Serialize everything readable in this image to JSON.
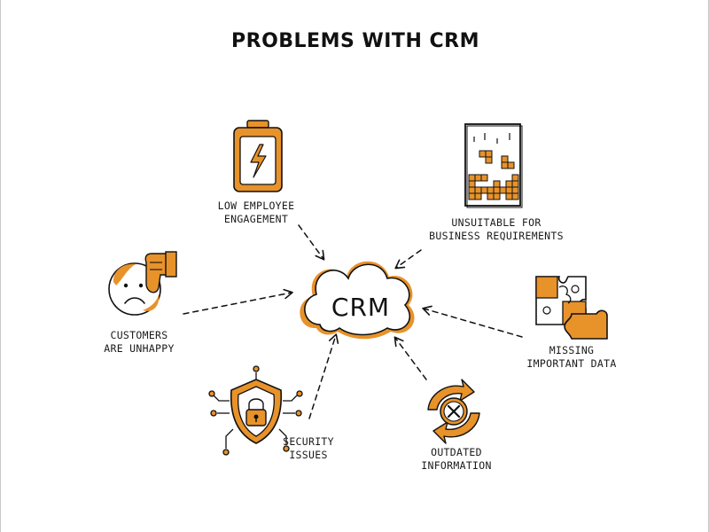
{
  "title": "PROBLEMS WITH CRM",
  "center": {
    "label": "CRM",
    "icon": "cloud-icon"
  },
  "accent_color": "#e8922a",
  "ink_color": "#111111",
  "nodes": [
    {
      "id": "low-engagement",
      "icon": "battery-icon",
      "lines": [
        "LOW EMPLOYEE",
        "ENGAGEMENT"
      ]
    },
    {
      "id": "unsuitable",
      "icon": "tetris-icon",
      "lines": [
        "UNSUITABLE FOR",
        "BUSINESS REQUIREMENTS"
      ]
    },
    {
      "id": "customers-unhappy",
      "icon": "sad-face-thumbs-down-icon",
      "lines": [
        "CUSTOMERS",
        "ARE UNHAPPY"
      ]
    },
    {
      "id": "missing-data",
      "icon": "puzzle-icon",
      "lines": [
        "MISSING",
        "IMPORTANT DATA"
      ]
    },
    {
      "id": "security",
      "icon": "shield-lock-icon",
      "lines": [
        "SECURITY",
        "ISSUES"
      ]
    },
    {
      "id": "outdated",
      "icon": "refresh-x-icon",
      "lines": [
        "OUTDATED",
        "INFORMATION"
      ]
    }
  ]
}
